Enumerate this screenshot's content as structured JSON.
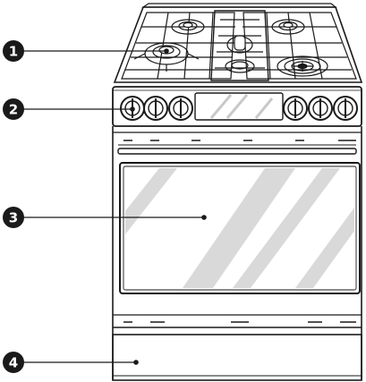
{
  "callouts": [
    {
      "number": "1"
    },
    {
      "number": "2"
    },
    {
      "number": "3"
    },
    {
      "number": "4"
    }
  ],
  "colors": {
    "line": "#1a1a1a",
    "glass_stripe": "#d9d9d9",
    "marker": "#1a1a1a",
    "marker_text": "#ffffff"
  }
}
